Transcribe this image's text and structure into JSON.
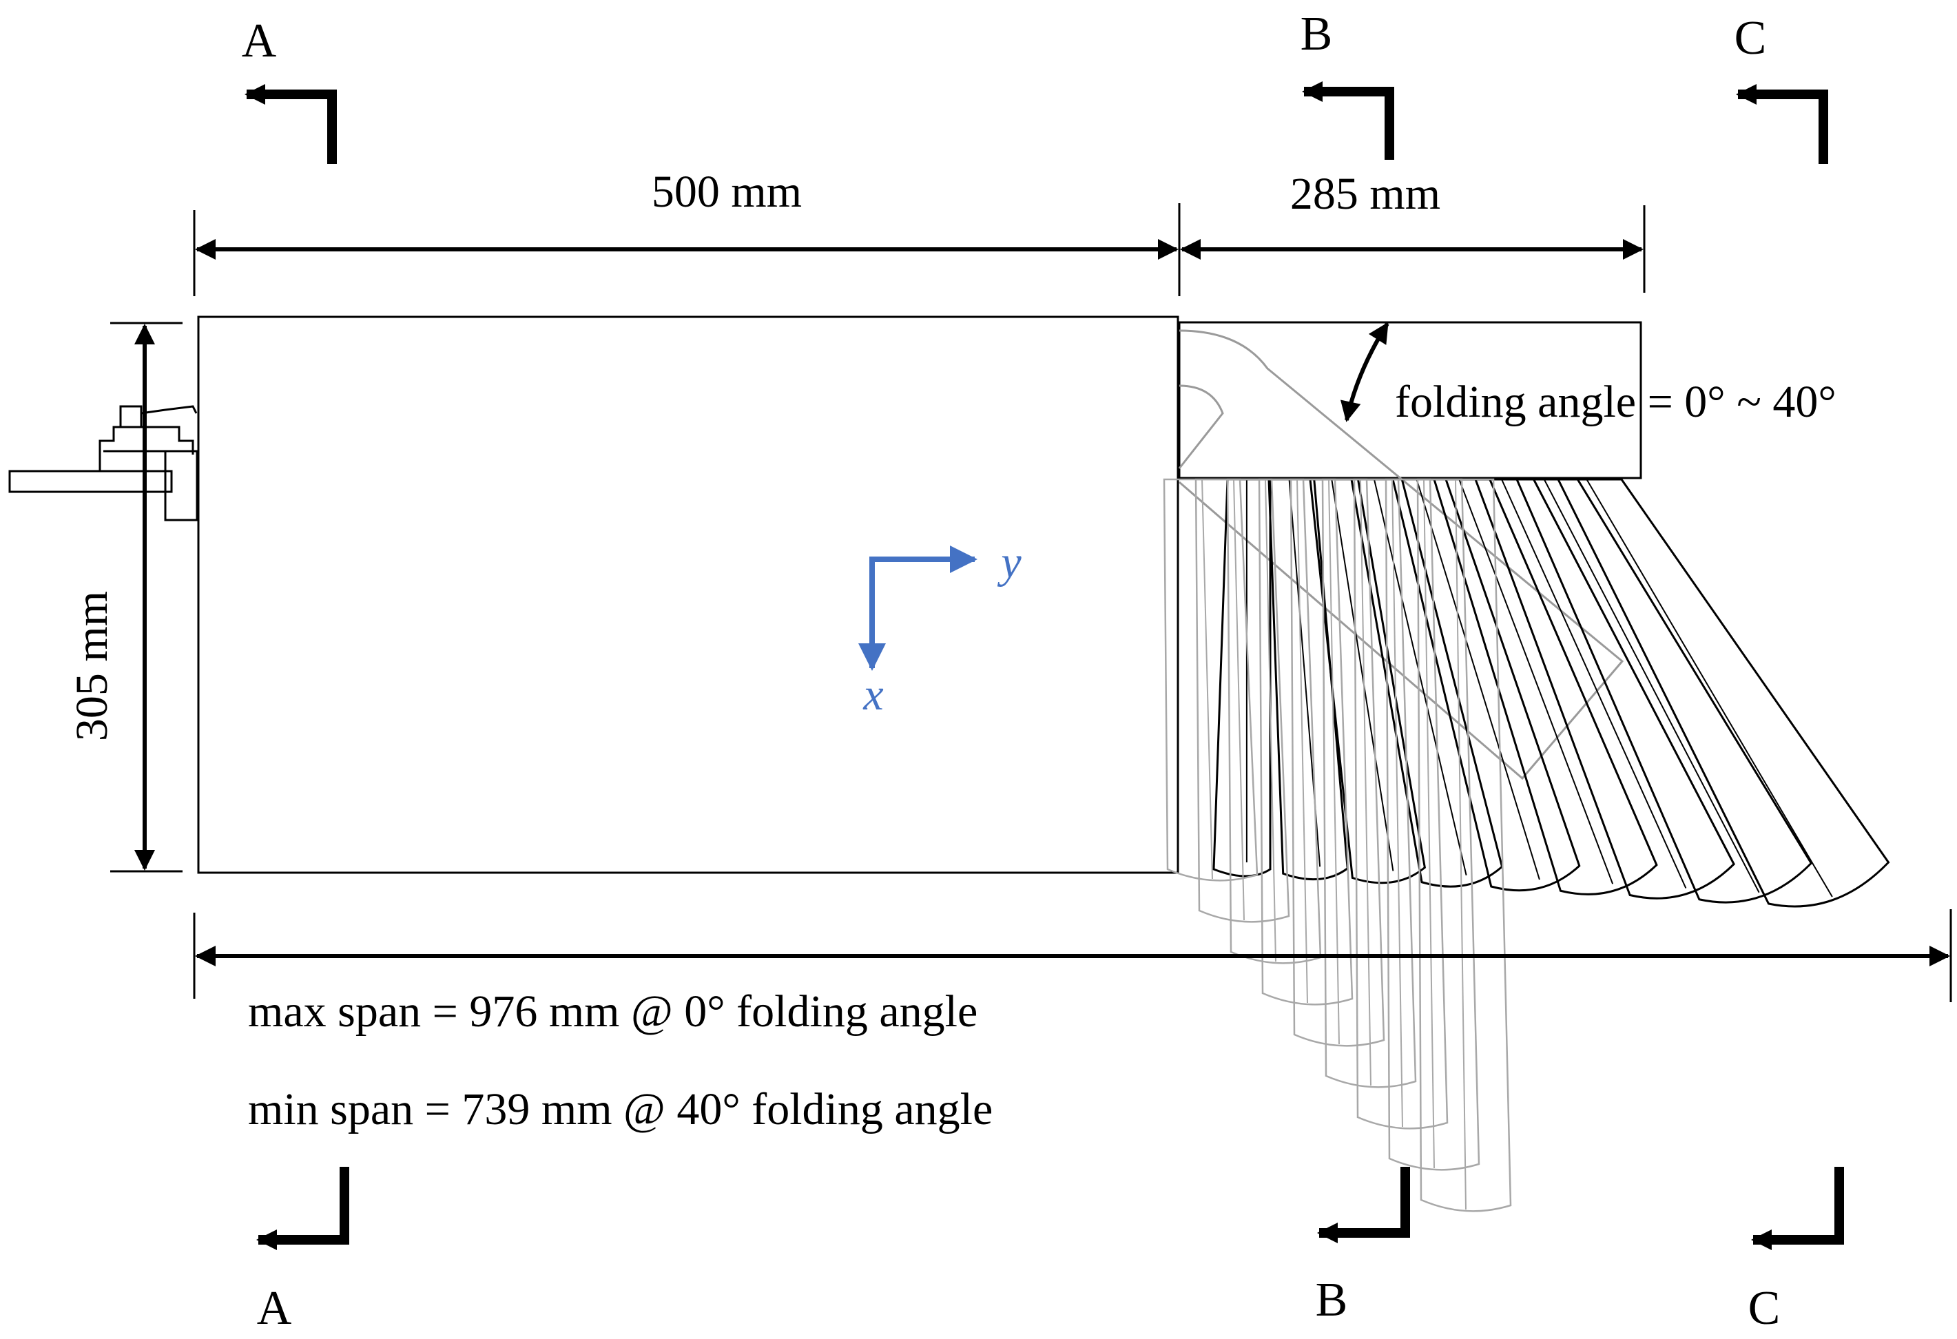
{
  "dimensions": {
    "main_length": "500 mm",
    "tip_length": "285 mm",
    "chord": "305 mm"
  },
  "folding_label": "folding angle = 0°  ~ 40°",
  "span_max": "max span = 976 mm @ 0°  folding angle",
  "span_min": "min span = 739 mm @ 40°  folding angle",
  "sections": {
    "top": [
      "A",
      "B",
      "C"
    ],
    "bottom": [
      "A",
      "B",
      "C"
    ]
  },
  "axes": {
    "y": "y",
    "x": "x",
    "color": "#4472c4"
  },
  "tip_fold_angles_deg": [
    0,
    5,
    10,
    15,
    20,
    25,
    30,
    35,
    40
  ]
}
